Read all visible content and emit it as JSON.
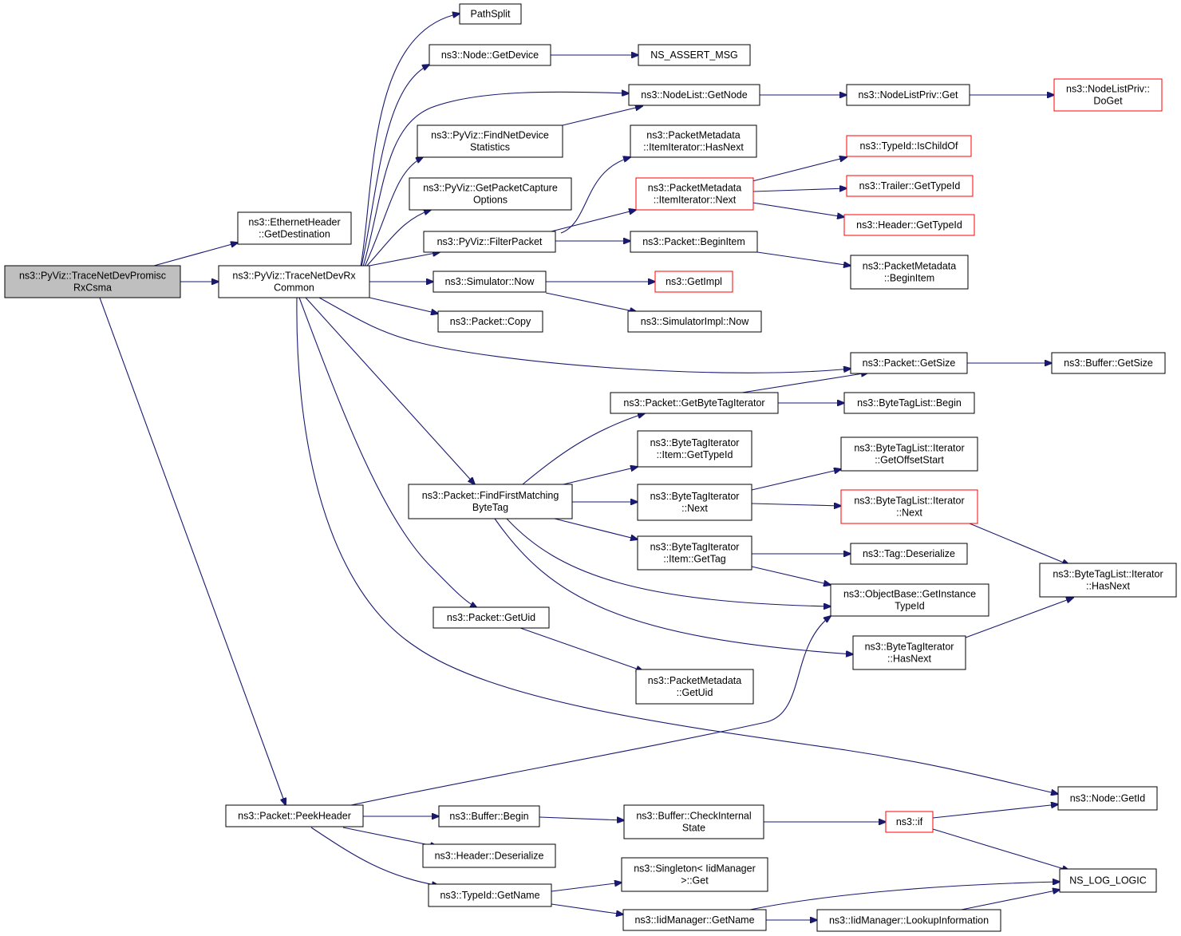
{
  "graph": {
    "colors": {
      "edge": "#191970",
      "node_border": "#000000",
      "truncated_border": "#ff0000",
      "root_fill": "#bfbfbf",
      "node_fill": "#ffffff"
    },
    "nodes": [
      {
        "id": "root",
        "lines": [
          "ns3::PyViz::TraceNetDevPromisc",
          "RxCsma"
        ],
        "style": "root"
      },
      {
        "id": "ethdest",
        "lines": [
          "ns3::EthernetHeader",
          "::GetDestination"
        ]
      },
      {
        "id": "common",
        "lines": [
          "ns3::PyViz::TraceNetDevRx",
          "Common"
        ]
      },
      {
        "id": "peekhdr",
        "lines": [
          "ns3::Packet::PeekHeader"
        ]
      },
      {
        "id": "pathsplit",
        "lines": [
          "PathSplit"
        ]
      },
      {
        "id": "getdevice",
        "lines": [
          "ns3::Node::GetDevice"
        ]
      },
      {
        "id": "assertmsg",
        "lines": [
          "NS_ASSERT_MSG"
        ]
      },
      {
        "id": "nlgetnode",
        "lines": [
          "ns3::NodeList::GetNode"
        ]
      },
      {
        "id": "nlpget",
        "lines": [
          "ns3::NodeListPriv::Get"
        ]
      },
      {
        "id": "nlpdoget",
        "lines": [
          "ns3::NodeListPriv::",
          "DoGet"
        ],
        "style": "truncated"
      },
      {
        "id": "findnds",
        "lines": [
          "ns3::PyViz::FindNetDevice",
          "Statistics"
        ]
      },
      {
        "id": "getpco",
        "lines": [
          "ns3::PyViz::GetPacketCapture",
          "Options"
        ]
      },
      {
        "id": "filterpkt",
        "lines": [
          "ns3::PyViz::FilterPacket"
        ]
      },
      {
        "id": "pmhasnext",
        "lines": [
          "ns3::PacketMetadata",
          "::ItemIterator::HasNext"
        ]
      },
      {
        "id": "pmnext",
        "lines": [
          "ns3::PacketMetadata",
          "::ItemIterator::Next"
        ],
        "style": "truncated"
      },
      {
        "id": "ischildof",
        "lines": [
          "ns3::TypeId::IsChildOf"
        ],
        "style": "truncated"
      },
      {
        "id": "trailertid",
        "lines": [
          "ns3::Trailer::GetTypeId"
        ],
        "style": "truncated"
      },
      {
        "id": "headertid",
        "lines": [
          "ns3::Header::GetTypeId"
        ],
        "style": "truncated"
      },
      {
        "id": "pktbeginitem",
        "lines": [
          "ns3::Packet::BeginItem"
        ]
      },
      {
        "id": "pmbeginitem",
        "lines": [
          "ns3::PacketMetadata",
          "::BeginItem"
        ]
      },
      {
        "id": "simnow",
        "lines": [
          "ns3::Simulator::Now"
        ]
      },
      {
        "id": "getimpl",
        "lines": [
          "ns3::GetImpl"
        ],
        "style": "truncated"
      },
      {
        "id": "simimplnow",
        "lines": [
          "ns3::SimulatorImpl::Now"
        ]
      },
      {
        "id": "pktcopy",
        "lines": [
          "ns3::Packet::Copy"
        ]
      },
      {
        "id": "pktgetsize",
        "lines": [
          "ns3::Packet::GetSize"
        ]
      },
      {
        "id": "bufgetsize",
        "lines": [
          "ns3::Buffer::GetSize"
        ]
      },
      {
        "id": "getbti",
        "lines": [
          "ns3::Packet::GetByteTagIterator"
        ]
      },
      {
        "id": "btlbegin",
        "lines": [
          "ns3::ByteTagList::Begin"
        ]
      },
      {
        "id": "btiitemtid",
        "lines": [
          "ns3::ByteTagIterator",
          "::Item::GetTypeId"
        ]
      },
      {
        "id": "btliofs",
        "lines": [
          "ns3::ByteTagList::Iterator",
          "::GetOffsetStart"
        ]
      },
      {
        "id": "findfirst",
        "lines": [
          "ns3::Packet::FindFirstMatching",
          "ByteTag"
        ]
      },
      {
        "id": "btinext",
        "lines": [
          "ns3::ByteTagIterator",
          "::Next"
        ]
      },
      {
        "id": "btlinext",
        "lines": [
          "ns3::ByteTagList::Iterator",
          "::Next"
        ],
        "style": "truncated"
      },
      {
        "id": "btlihasnext",
        "lines": [
          "ns3::ByteTagList::Iterator",
          "::HasNext"
        ]
      },
      {
        "id": "btiitemtag",
        "lines": [
          "ns3::ByteTagIterator",
          "::Item::GetTag"
        ]
      },
      {
        "id": "tagdeser",
        "lines": [
          "ns3::Tag::Deserialize"
        ]
      },
      {
        "id": "obgetinst",
        "lines": [
          "ns3::ObjectBase::GetInstance",
          "TypeId"
        ]
      },
      {
        "id": "pktgetuid",
        "lines": [
          "ns3::Packet::GetUid"
        ]
      },
      {
        "id": "btihasnext",
        "lines": [
          "ns3::ByteTagIterator",
          "::HasNext"
        ]
      },
      {
        "id": "pmgetuid",
        "lines": [
          "ns3::PacketMetadata",
          "::GetUid"
        ]
      },
      {
        "id": "nodegetid",
        "lines": [
          "ns3::Node::GetId"
        ]
      },
      {
        "id": "bufbegin",
        "lines": [
          "ns3::Buffer::Begin"
        ]
      },
      {
        "id": "bufcheck",
        "lines": [
          "ns3::Buffer::CheckInternal",
          "State"
        ]
      },
      {
        "id": "nsif",
        "lines": [
          "ns3::if"
        ],
        "style": "truncated"
      },
      {
        "id": "hdrdeser",
        "lines": [
          "ns3::Header::Deserialize"
        ]
      },
      {
        "id": "tidgetname",
        "lines": [
          "ns3::TypeId::GetName"
        ]
      },
      {
        "id": "singleton",
        "lines": [
          "ns3::Singleton< IidManager",
          " >::Get"
        ]
      },
      {
        "id": "nslog",
        "lines": [
          "NS_LOG_LOGIC"
        ]
      },
      {
        "id": "iidgetname",
        "lines": [
          "ns3::IidManager::GetName"
        ]
      },
      {
        "id": "iidlookup",
        "lines": [
          "ns3::IidManager::LookupInformation"
        ]
      }
    ]
  }
}
